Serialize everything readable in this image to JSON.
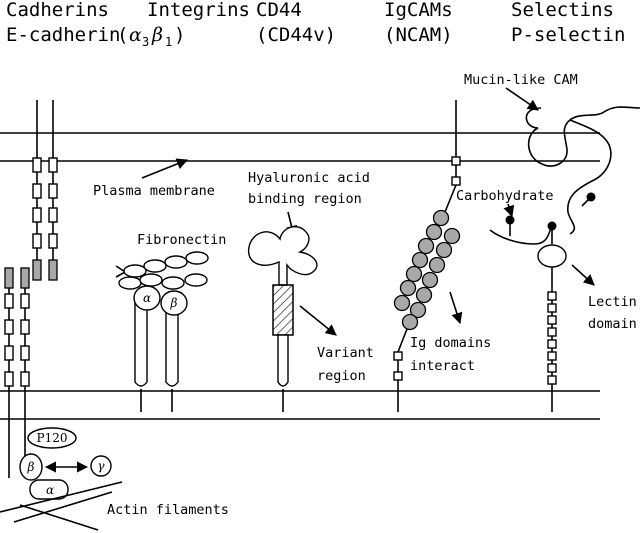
{
  "headers": {
    "cadherins": "Cadherins",
    "integrins": "Integrins",
    "cd44": "CD44",
    "igcams": "IgCAMs",
    "selectins": "Selectins",
    "e_cadherin": "E-cadherin",
    "integrin_alpha": "α",
    "integrin_sub3": "3",
    "integrin_beta": "β",
    "integrin_sub1": "1",
    "cd44v": "(CD44v)",
    "ncam": "(NCAM)",
    "p_selectin": "P-selectin"
  },
  "labels": {
    "plasma_membrane": "Plasma membrane",
    "fibronectin": "Fibronectin",
    "hyaluronic_1": "Hyaluronic acid",
    "hyaluronic_2": "binding region",
    "mucin": "Mucin-like CAM",
    "carbohydrate": "Carbohydrate",
    "lectin_1": "Lectin",
    "lectin_2": "domain",
    "variant_1": "Variant",
    "variant_2": "region",
    "ig_1": "Ig domains",
    "ig_2": "interact",
    "actin": "Actin filaments"
  },
  "subunits": {
    "alpha": "α",
    "beta": "β",
    "p120": "P120",
    "catenin_beta": "β",
    "catenin_gamma": "γ",
    "catenin_alpha": "α"
  }
}
